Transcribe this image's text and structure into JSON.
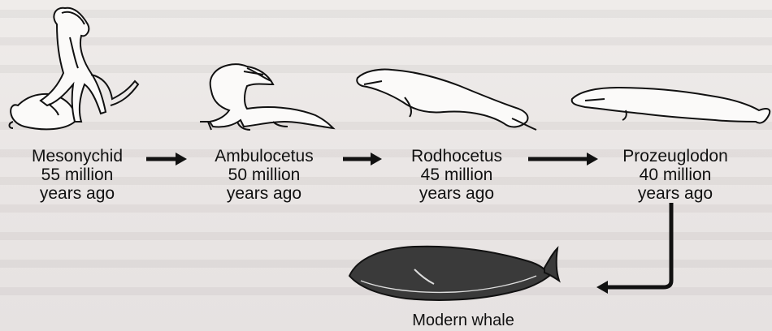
{
  "stages": [
    {
      "name": "Mesonychid",
      "age": "55 million",
      "suffix": "years ago"
    },
    {
      "name": "Ambulocetus",
      "age": "50 million",
      "suffix": "years ago"
    },
    {
      "name": "Rodhocetus",
      "age": "45 million",
      "suffix": "years ago"
    },
    {
      "name": "Prozeuglodon",
      "age": "40 million",
      "suffix": "years ago"
    }
  ],
  "final_stage": {
    "name": "Modern whale"
  },
  "colors": {
    "ink": "#111111",
    "background": "#ece9e8"
  }
}
